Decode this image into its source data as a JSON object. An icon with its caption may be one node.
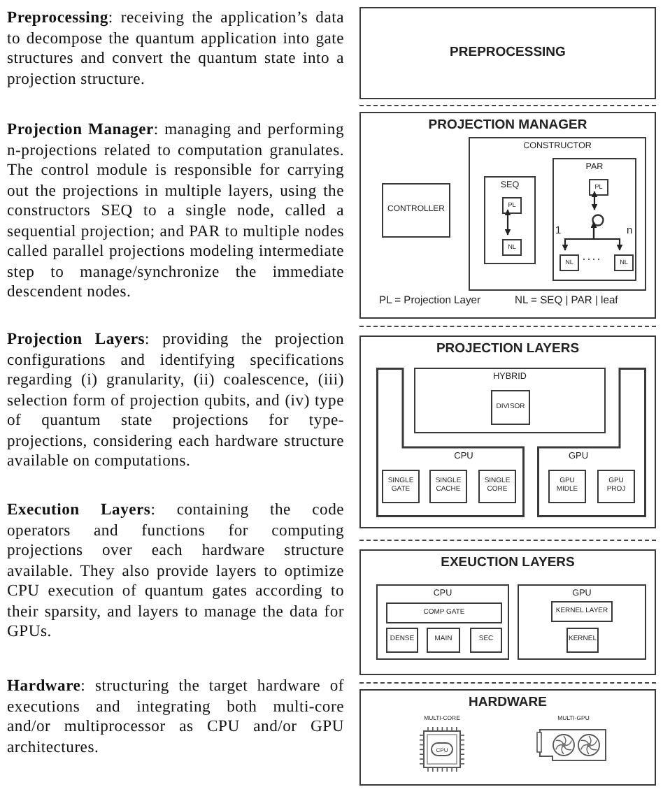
{
  "diagram": {
    "nodes": [
      {
        "text": [
          "PREPROCESSING"
        ]
      },
      {
        "text": [
          "PROJECTION MANAGER"
        ]
      },
      {
        "text": [
          "CONTROLLER"
        ],
        "in": 1
      },
      {
        "text": [
          "CONSTRUCTOR"
        ],
        "in": 1
      },
      {
        "text": [
          "SEQ"
        ],
        "in": 3
      },
      {
        "text": [
          "PL"
        ],
        "in": 4
      },
      {
        "text": [
          "NL"
        ],
        "in": 4
      },
      {
        "text": [
          "PAR"
        ],
        "in": 3
      },
      {
        "text": [
          "PL"
        ],
        "in": 7
      },
      {
        "text": [],
        "shape": "circle",
        "in": 7
      },
      {
        "text": [
          "NL"
        ],
        "in": 7
      },
      {
        "text": [
          "NL"
        ],
        "in": 7
      },
      {
        "text": [
          "PROJECTION LAYERS"
        ]
      },
      {
        "text": [
          "HYBRID"
        ],
        "in": 12
      },
      {
        "text": [
          "DIVISOR"
        ],
        "in": 13
      },
      {
        "text": [
          "CPU"
        ],
        "in": 12
      },
      {
        "text": [
          "SINGLE GATE"
        ],
        "in": 15
      },
      {
        "text": [
          "SINGLE CACHE"
        ],
        "in": 15
      },
      {
        "text": [
          "SINGLE CORE"
        ],
        "in": 15
      },
      {
        "text": [
          "GPU"
        ],
        "in": 12
      },
      {
        "text": [
          "GPU MIDLE"
        ],
        "in": 19
      },
      {
        "text": [
          "GPU PROJ"
        ],
        "in": 19
      },
      {
        "text": [
          "EXEUCTION LAYERS"
        ]
      },
      {
        "text": [
          "CPU"
        ],
        "in": 22
      },
      {
        "text": [
          "COMP GATE"
        ],
        "in": 23
      },
      {
        "text": [
          "DENSE"
        ],
        "in": 23
      },
      {
        "text": [
          "MAIN"
        ],
        "in": 23
      },
      {
        "text": [
          "SEC"
        ],
        "in": 23
      },
      {
        "text": [
          "GPU"
        ],
        "in": 22
      },
      {
        "text": [
          "KERNEL LAYER"
        ],
        "in": 28
      },
      {
        "text": [
          "KERNEL"
        ],
        "in": 28
      },
      {
        "text": [
          "HARDWARE"
        ]
      },
      {
        "text": [
          "MULTI-CORE",
          "CPU"
        ],
        "in": 31
      },
      {
        "text": [
          "MULTI-GPU"
        ],
        "in": 31
      }
    ],
    "edges": [
      {
        "from": 5,
        "to": 6,
        "arrow": "both"
      },
      {
        "from": 8,
        "to": 9,
        "arrow": "both"
      },
      {
        "from": 9,
        "to": 10,
        "arrow": "both"
      },
      {
        "from": 9,
        "to": 11,
        "arrow": "both"
      }
    ],
    "labels": [
      "**Preprocessing**: receiving the application’s data to decompose the quantum application into gate structures and convert the quantum state into a projection structure.",
      "**Projection Manager**: managing and performing n-projections related to computation granulates. The control module is responsible for carrying out the projections in multiple layers, using the constructors SEQ to a single node, called a sequential projection; and PAR to multiple nodes called parallel projections modeling intermediate step to manage/synchronize the immediate descendent nodes.",
      "**Projection Layers**: providing the projection configurations and identifying specifications regarding (i) granularity, (ii) coalescence, (iii) selection form of projection qubits, and (iv) type of quantum state projections for type-projections, considering each hardware structure available on computations.",
      "**Execution Layers**: containing the code operators and functions for computing projections over each hardware structure available. They also provide layers to optimize CPU execution of quantum gates according to their sparsity, and layers to manage the data for GPUs.",
      "**Hardware**: structuring the target hardware of executions and integrating both multi-core and/or multiprocessor as CPU and/or GPU architectures.",
      "1",
      "n",
      "PL = Projection Layer",
      "NL = SEQ | PAR | leaf"
    ]
  }
}
